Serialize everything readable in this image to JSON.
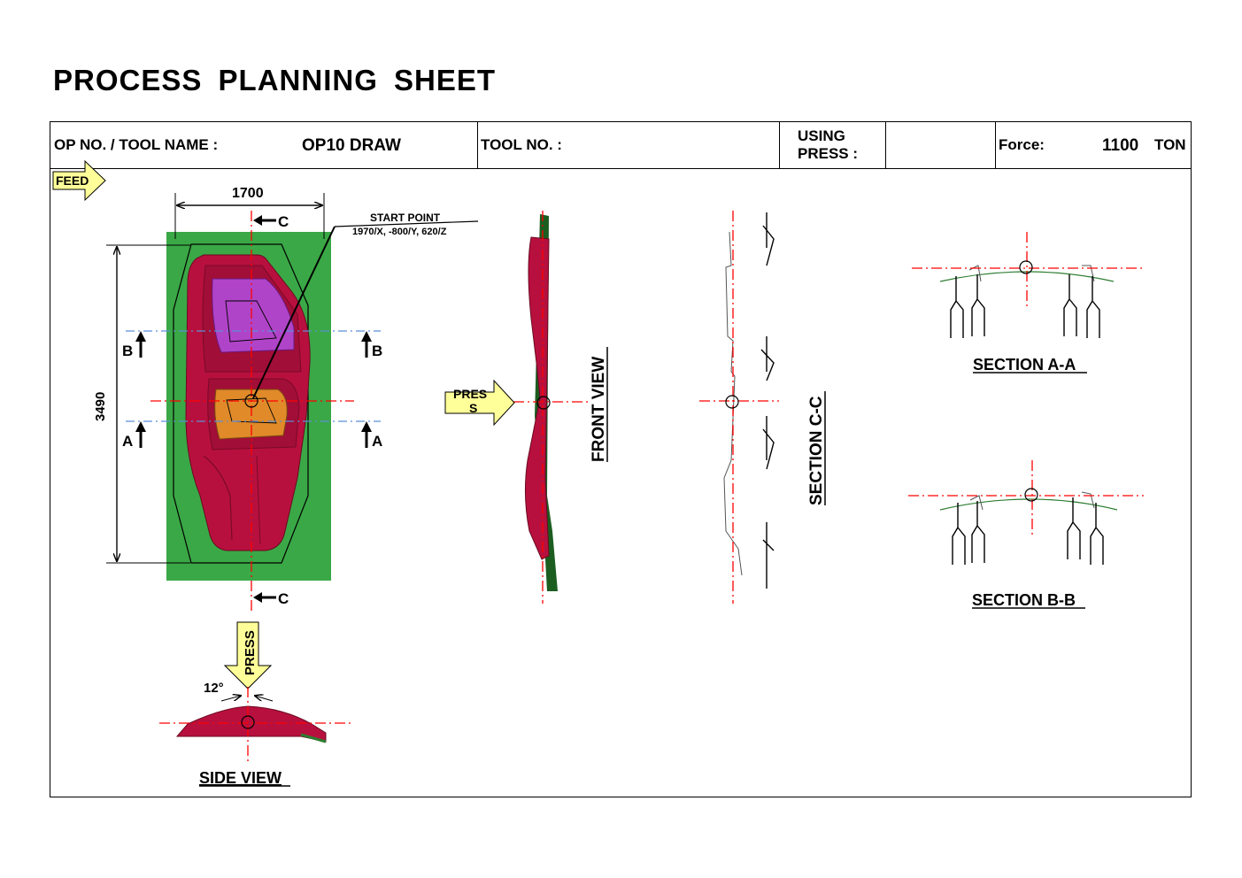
{
  "title": "PROCESS  PLANNING  SHEET",
  "header": {
    "op_label": "OP NO. / TOOL NAME :",
    "op_value": "OP10 DRAW",
    "tool_label": "TOOL NO. :",
    "using_press_line1": "USING",
    "using_press_line2": "PRESS :",
    "force_label": "Force:",
    "force_value": "1100",
    "force_unit": "TON"
  },
  "labels": {
    "feed": "FEED",
    "width_dim": "1700",
    "height_dim": "3490",
    "section_c_top": "C",
    "section_c_bottom": "C",
    "section_b_left": "B",
    "section_b_right": "B",
    "section_a_left": "A",
    "section_a_right": "A",
    "start_point_title": "START POINT",
    "start_point_coords": "1970/X, -800/Y, 620/Z",
    "press_front_line1": "PRES",
    "press_front_line2": "S",
    "press_side": "PRESS",
    "angle": "12°",
    "front_view": "FRONT  VIEW",
    "section_cc": "SECTION C-C",
    "section_aa": "SECTION A-A",
    "section_bb": "SECTION B-B",
    "side_view": "SIDE VIEW"
  },
  "colors": {
    "blank_green": "#3aa846",
    "part_red": "#b8103e",
    "pocket_purple": "#b044c8",
    "pocket_orange": "#e08a2a",
    "centerline_red": "#ff0000",
    "section_line_blue": "#5b8fd6",
    "arrow_yellow": "#ffff99"
  }
}
